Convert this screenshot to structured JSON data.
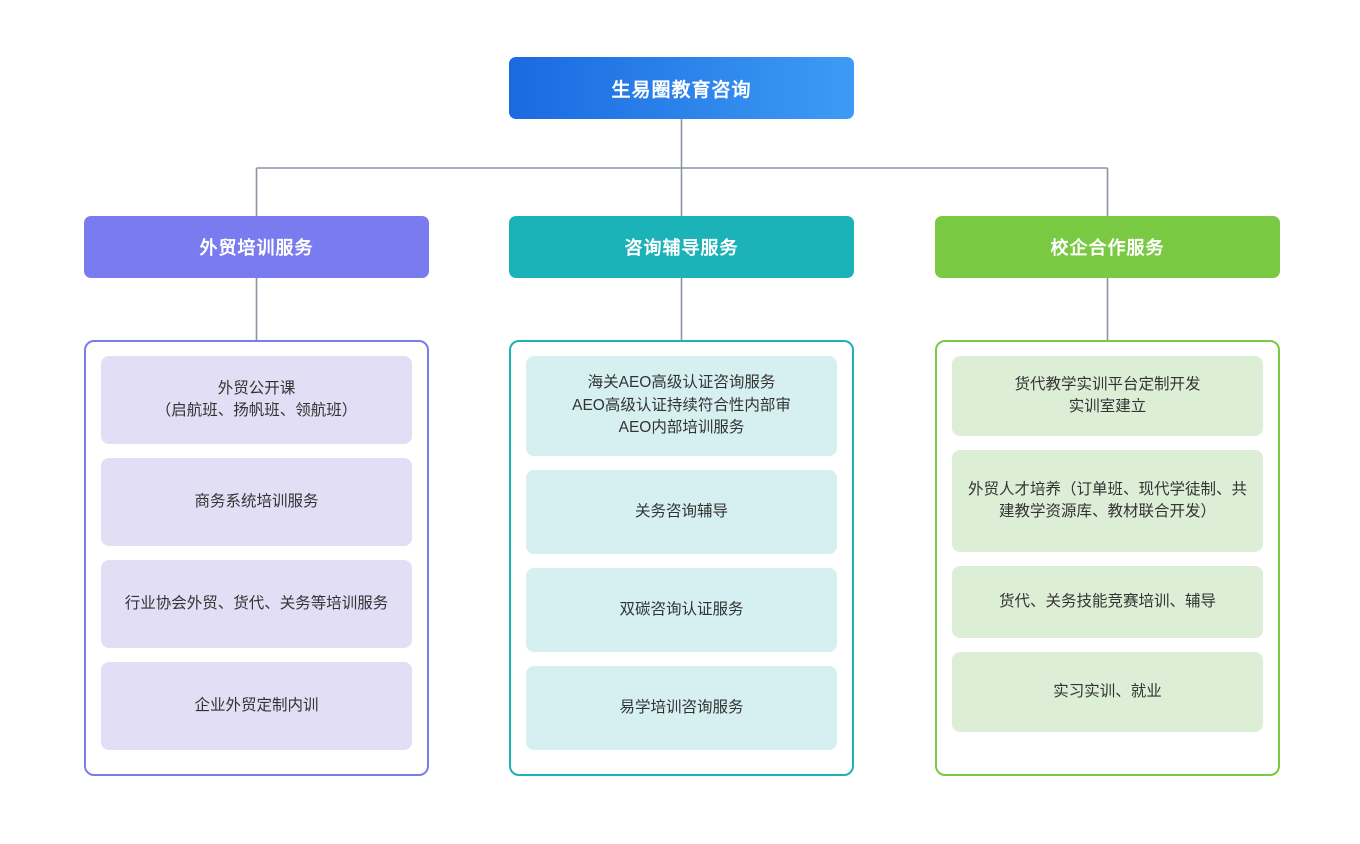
{
  "diagram": {
    "type": "organization-tree",
    "orientation": "top-down",
    "levels": 3,
    "root": {
      "label": "生易圈教育咨询",
      "color_start": "#1a6ae0",
      "color_end": "#3d9bf5",
      "text_color": "#ffffff"
    },
    "connector_color": "#8b94a3",
    "branches": [
      {
        "label": "外贸培训服务",
        "header_color": "#7b7bf0",
        "border_color": "#7b7bf0",
        "leaf_bg": "#e2def5",
        "text_color": "#ffffff",
        "leaves": [
          "外贸公开课\n（启航班、扬帆班、领航班）",
          "商务系统培训服务",
          "行业协会外贸、货代、关务等培训服务",
          "企业外贸定制内训"
        ]
      },
      {
        "label": "咨询辅导服务",
        "header_color": "#1bb2b8",
        "border_color": "#1bb2b8",
        "leaf_bg": "#d6eff0",
        "text_color": "#ffffff",
        "leaves": [
          "海关AEO高级认证咨询服务\nAEO高级认证持续符合性内部审\nAEO内部培训服务",
          "关务咨询辅导",
          "双碳咨询认证服务",
          "易学培训咨询服务"
        ]
      },
      {
        "label": "校企合作服务",
        "header_color": "#7ac943",
        "border_color": "#7ac943",
        "leaf_bg": "#ddeed7",
        "text_color": "#ffffff",
        "leaves": [
          "货代教学实训平台定制开发\n实训室建立",
          "外贸人才培养（订单班、现代学徒制、共建教学资源库、教材联合开发）",
          "货代、关务技能竞赛培训、辅导",
          "实习实训、就业"
        ]
      }
    ]
  }
}
